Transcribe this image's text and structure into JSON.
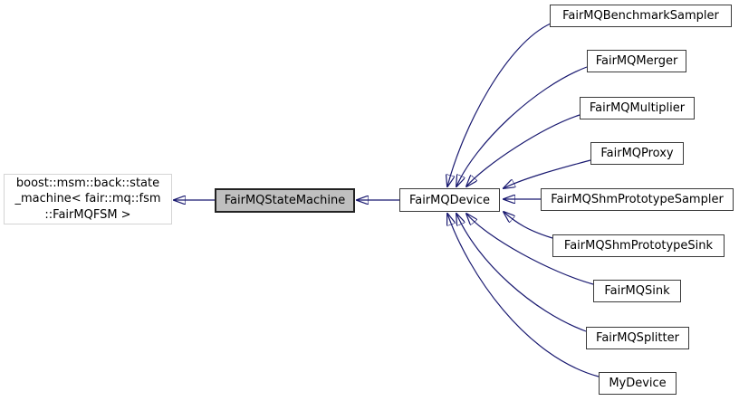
{
  "diagram": {
    "type": "class-inheritance-graph",
    "colors": {
      "arrow": "#191970",
      "node_border": "#3a3a3a",
      "external_node_border": "#d4d4d4",
      "current_node_fill": "#bfbfbf",
      "node_fill": "#ffffff",
      "text": "#000000",
      "background": "#ffffff"
    },
    "nodes": {
      "external_base": {
        "lines": [
          "boost::msm::back::state",
          "_machine< fair::mq::fsm",
          "::FairMQFSM >"
        ]
      },
      "current": {
        "label": "FairMQStateMachine"
      },
      "device": {
        "label": "FairMQDevice"
      },
      "derived": [
        {
          "label": "FairMQBenchmarkSampler"
        },
        {
          "label": "FairMQMerger"
        },
        {
          "label": "FairMQMultiplier"
        },
        {
          "label": "FairMQProxy"
        },
        {
          "label": "FairMQShmPrototypeSampler"
        },
        {
          "label": "FairMQShmPrototypeSink"
        },
        {
          "label": "FairMQSink"
        },
        {
          "label": "FairMQSplitter"
        },
        {
          "label": "MyDevice"
        }
      ]
    }
  }
}
